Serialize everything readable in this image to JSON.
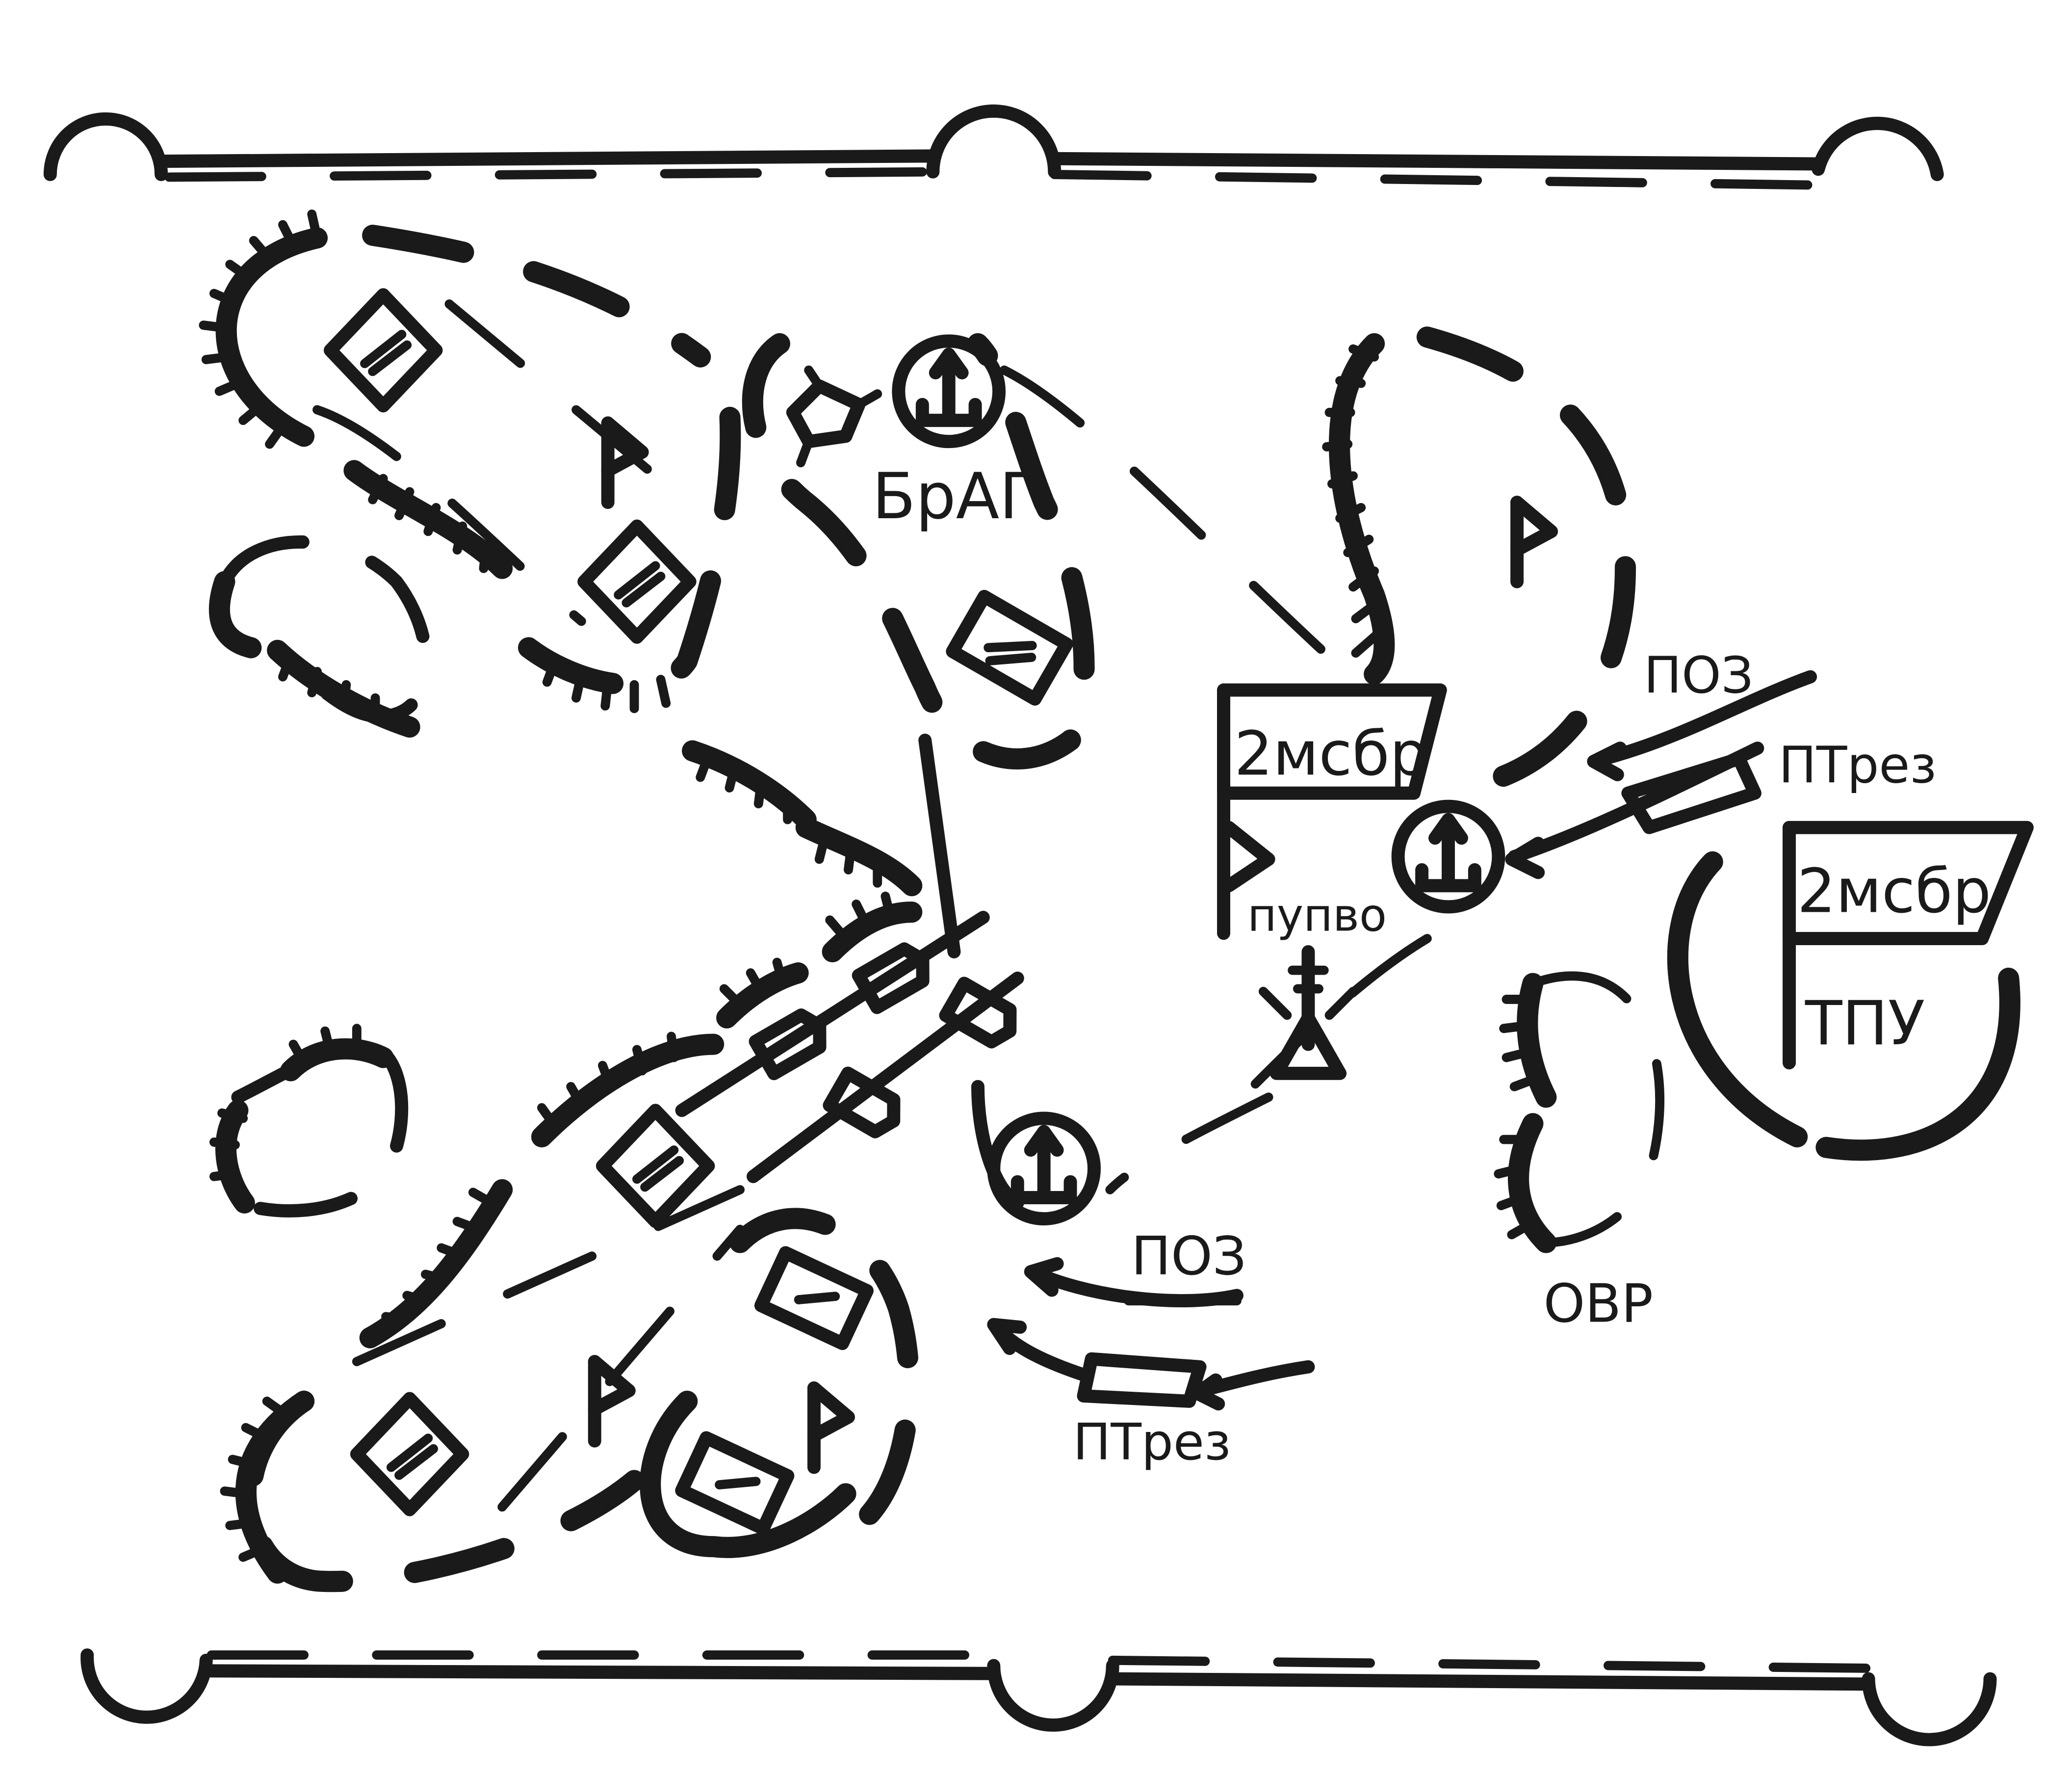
{
  "labels": {
    "brag": "БрАГ",
    "hq_top": "2мсбр",
    "hq_right": "2мсбр",
    "tpu": "ТПУ",
    "pupvo": "пупво",
    "poz_top": "ПОЗ",
    "ptrez_top": "ПТрез",
    "poz_bottom": "ПОЗ",
    "ptrez_bottom": "ПТрез",
    "ovr": "ОВР"
  },
  "symbols": {
    "flag": "triangular-flag-icon",
    "anchor": "anchor-in-circle-icon",
    "antenna": "antenna-tower-icon",
    "vehicle": "rhombus-vehicle-icon"
  },
  "colors": {
    "ink": "#1a1a1a",
    "paper": "#ffffff"
  }
}
